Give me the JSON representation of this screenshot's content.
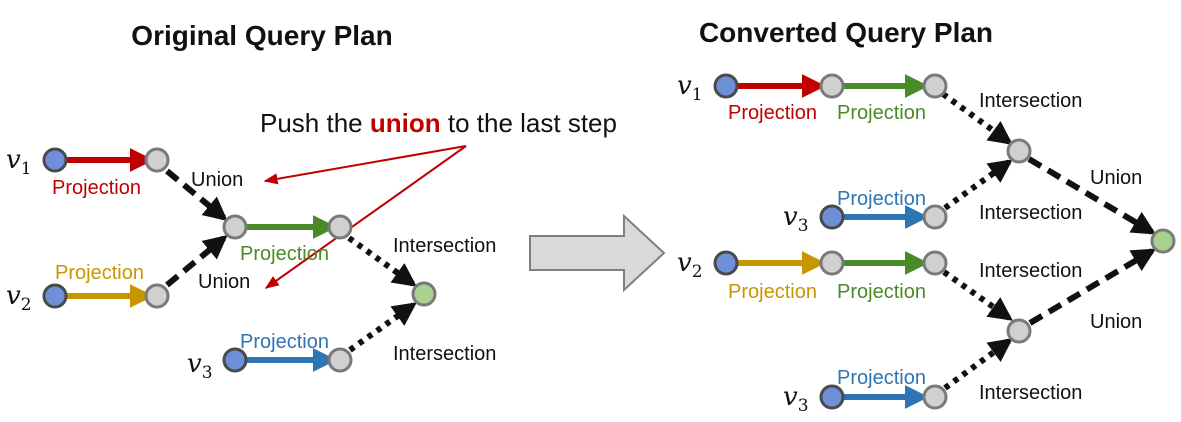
{
  "titles": {
    "original": "Original Query Plan",
    "converted": "Converted Query Plan"
  },
  "annotation": {
    "prefix": "Push the ",
    "keyword": "union",
    "suffix": " to the last step"
  },
  "variables": {
    "v1": {
      "base": "v",
      "sub": "1"
    },
    "v2": {
      "base": "v",
      "sub": "2"
    },
    "v3": {
      "base": "v",
      "sub": "3"
    }
  },
  "labels": {
    "projection": "Projection",
    "union": "Union",
    "intersection": "Intersection"
  },
  "colors": {
    "red": "#c00000",
    "yellow": "#c89600",
    "green": "#4a8a2a",
    "blue": "#2e75b6",
    "start_node": "#6f8fd8",
    "mid_node": "#d0d0d0",
    "answer_node": "#a9d18e",
    "block_arrow": "#d9d9d9"
  }
}
